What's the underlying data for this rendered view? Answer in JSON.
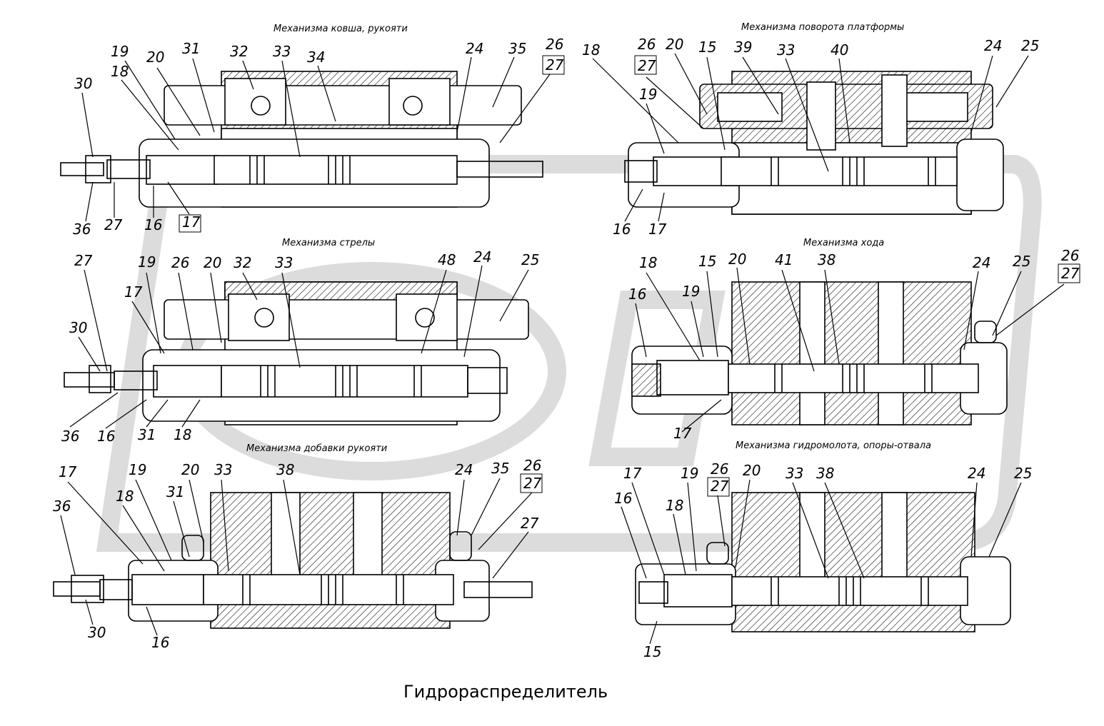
{
  "title": "Гидрораспределитель",
  "sections": [
    {
      "caption": "Механизма ковша, рукояти",
      "callouts": [
        "19",
        "20",
        "31",
        "32",
        "33",
        "34",
        "24",
        "35",
        "26",
        "27",
        "30",
        "18",
        "36",
        "27",
        "16",
        "17"
      ]
    },
    {
      "caption": "Механизма поворота платформы",
      "callouts": [
        "18",
        "26",
        "27",
        "20",
        "15",
        "39",
        "33",
        "40",
        "24",
        "25",
        "19",
        "16",
        "17"
      ]
    },
    {
      "caption": "Механизма стрелы",
      "callouts": [
        "27",
        "19",
        "26",
        "20",
        "32",
        "33",
        "48",
        "24",
        "25",
        "17",
        "30",
        "36",
        "16",
        "31",
        "18"
      ]
    },
    {
      "caption": "Механизма хода",
      "callouts": [
        "18",
        "15",
        "20",
        "41",
        "38",
        "24",
        "25",
        "26",
        "27",
        "16",
        "19",
        "17"
      ]
    },
    {
      "caption": "Механизма добавки рукояти",
      "callouts": [
        "17",
        "19",
        "20",
        "33",
        "38",
        "24",
        "35",
        "26",
        "27",
        "36",
        "18",
        "31",
        "27",
        "30",
        "16"
      ]
    },
    {
      "caption": "Механизма гидромолота, опоры-отвала",
      "callouts": [
        "17",
        "19",
        "26",
        "27",
        "20",
        "33",
        "38",
        "24",
        "25",
        "16",
        "18",
        "15"
      ]
    }
  ],
  "colors": {
    "ink": "#000000",
    "hatch": "#1a1a1a",
    "watermark": "#d9d9d9",
    "paper": "#ffffff"
  }
}
